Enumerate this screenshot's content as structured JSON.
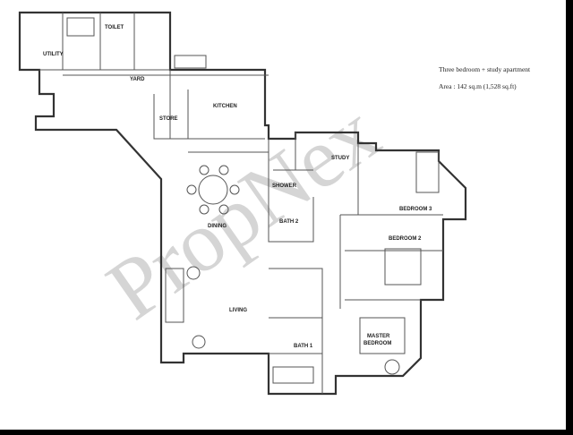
{
  "caption": {
    "title": "Three bedroom + study apartment",
    "area": "Area : 142 sq.m (1,528 sq.ft)"
  },
  "watermark": "PropNex",
  "rooms": {
    "toilet": "TOILET",
    "utility": "UTILITY",
    "yard": "YARD",
    "kitchen": "KITCHEN",
    "store": "STORE",
    "study": "STUDY",
    "shower": "SHOWER",
    "bath2": "BATH 2",
    "dining": "DINING",
    "bedroom3": "BEDROOM 3",
    "bedroom2": "BEDROOM 2",
    "living": "LIVING",
    "bath1": "BATH 1",
    "master1": "MASTER",
    "master2": "BEDROOM"
  }
}
